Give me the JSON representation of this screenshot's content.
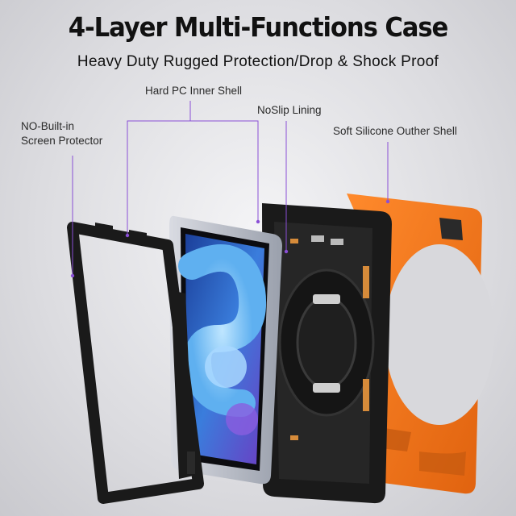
{
  "header": {
    "title": "4-Layer Multi-Functions Case",
    "subtitle": "Heavy Duty Rugged Protection/Drop & Shock Proof"
  },
  "callouts": {
    "screen_protector_line1": "NO-Built-in",
    "screen_protector_line2": "Screen Protector",
    "inner_shell": "Hard PC Inner Shell",
    "lining": "NoSlip Lining",
    "outer_shell": "Soft Silicone Outher Shell"
  },
  "colors": {
    "callout_line": "#8a4fd6",
    "silicone_orange": "#f47a20",
    "frame_black": "#1a1a1a",
    "wallpaper_blue": "#3a7ddc"
  }
}
